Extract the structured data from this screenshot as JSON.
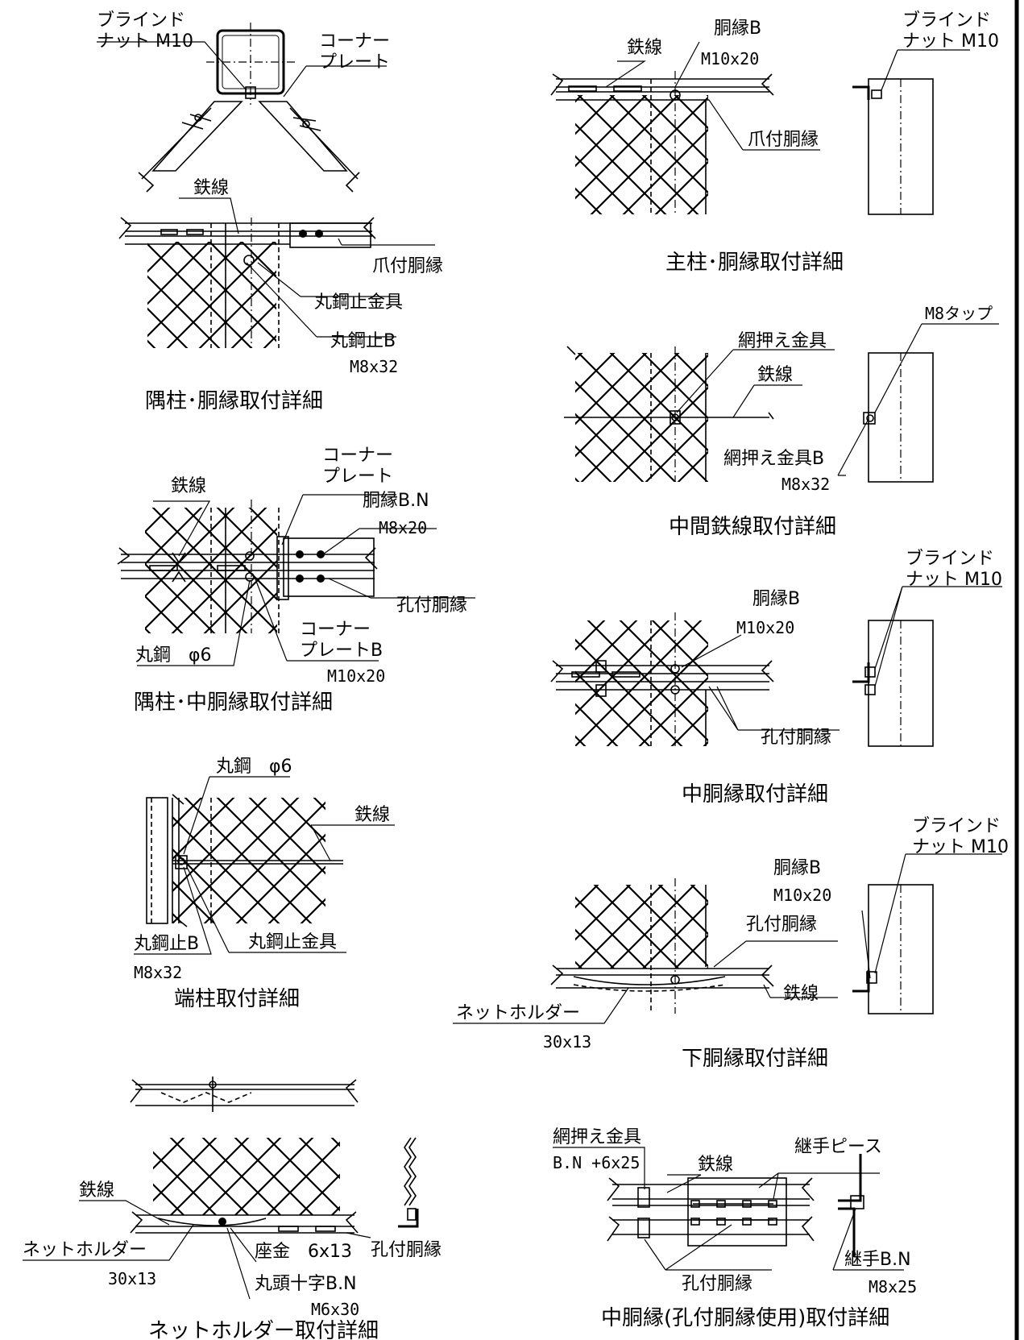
{
  "labels": {
    "blind_nut_1_l1": "ブラインド",
    "blind_nut_1_l2": "ナット M10",
    "corner_plate_1_l1": "コーナー",
    "corner_plate_1_l2": "プレート",
    "wire_1": "鉄線",
    "claw_rail_1": "爪付胴縁",
    "round_steel_clip_1": "丸鋼止金具",
    "round_steel_bolt_1": "丸鋼止B",
    "round_steel_bolt_1_size": "M8x32",
    "wire_2": "鉄線",
    "rail_bolt_1": "胴縁B",
    "rail_bolt_1_size": "M10x20",
    "blind_nut_2_l1": "ブラインド",
    "blind_nut_2_l2": "ナット M10",
    "claw_rail_2": "爪付胴縁",
    "m8_tap": "M8タップ",
    "net_press_1": "網押え金具",
    "wire_3": "鉄線",
    "net_press_bolt_1": "網押え金具B",
    "net_press_bolt_1_size": "M8x32",
    "corner_plate_2_l1": "コーナー",
    "corner_plate_2_l2": "プレート",
    "wire_4": "鉄線",
    "rail_bolt_nut_1": "胴縁B.N",
    "rail_bolt_nut_1_size": "M8x20",
    "hole_rail_1": "孔付胴縁",
    "corner_plate_3_l1": "コーナー",
    "corner_plate_3_l2": "プレートB",
    "corner_plate_3_size": "M10x20",
    "round_steel_1": "丸鋼　φ6",
    "blind_nut_3_l1": "ブラインド",
    "blind_nut_3_l2": "ナット M10",
    "rail_bolt_2": "胴縁B",
    "rail_bolt_2_size": "M10x20",
    "hole_rail_2": "孔付胴縁",
    "round_steel_2": "丸鋼　φ6",
    "wire_5": "鉄線",
    "round_steel_bolt_2": "丸鋼止B",
    "round_steel_bolt_2_size": "M8x32",
    "round_steel_clip_2": "丸鋼止金具",
    "blind_nut_4_l1": "ブラインド",
    "blind_nut_4_l2": "ナット M10",
    "rail_bolt_3": "胴縁B",
    "rail_bolt_3_size": "M10x20",
    "hole_rail_3": "孔付胴縁",
    "wire_6": "鉄線",
    "net_holder_1": "ネットホルダー",
    "net_holder_1_size": "30x13",
    "wire_7": "鉄線",
    "net_holder_2": "ネットホルダー",
    "net_holder_2_size": "30x13",
    "washer": "座金　6x13",
    "round_head_bolt": "丸頭十字B.N",
    "round_head_bolt_size": "M6x30",
    "hole_rail_4": "孔付胴縁",
    "net_press_2": "網押え金具",
    "net_press_2_size": "B.N +6x25",
    "wire_8": "鉄線",
    "joint_piece": "継手ピース",
    "hole_rail_5": "孔付胴縁",
    "joint_bolt": "継手B.N",
    "joint_bolt_size": "M8x25"
  },
  "captions": {
    "corner_post_rail": "隅柱･胴縁取付詳細",
    "main_post_rail": "主柱･胴縁取付詳細",
    "intermediate_wire": "中間鉄線取付詳細",
    "corner_post_mid_rail": "隅柱･中胴縁取付詳細",
    "mid_rail": "中胴縁取付詳細",
    "end_post": "端柱取付詳細",
    "bottom_rail": "下胴縁取付詳細",
    "net_holder": "ネットホルダー取付詳細",
    "mid_rail_hole_rail": "中胴縁(孔付胴縁使用)取付詳細"
  }
}
